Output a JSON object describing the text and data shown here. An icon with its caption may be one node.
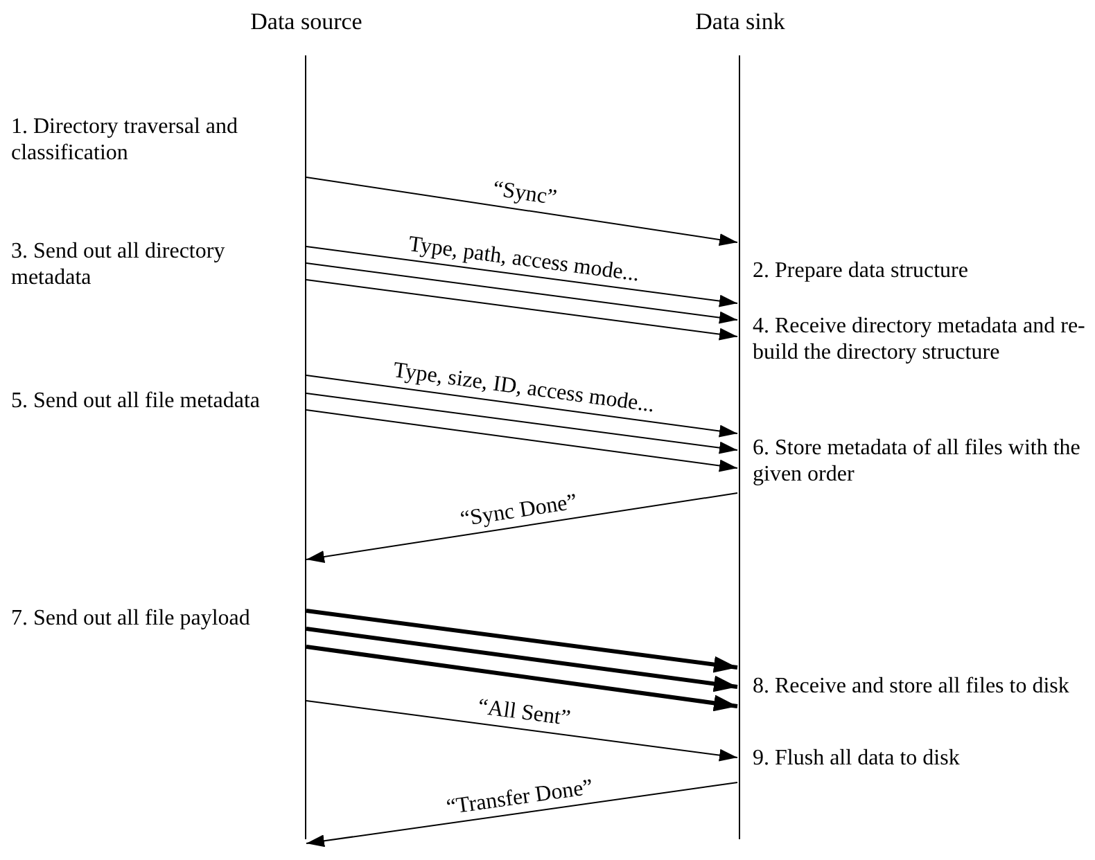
{
  "diagram": {
    "nodes": [
      {
        "text": [
          "Data source"
        ]
      },
      {
        "text": [
          "Data sink"
        ]
      }
    ],
    "edges": [
      {
        "from": 0,
        "to": 1,
        "arrow": "to",
        "label": "“Sync”"
      },
      {
        "from": 0,
        "to": 1,
        "arrow": "to",
        "label": "Type, path, access mode..."
      },
      {
        "from": 0,
        "to": 1,
        "arrow": "to"
      },
      {
        "from": 0,
        "to": 1,
        "arrow": "to"
      },
      {
        "from": 0,
        "to": 1,
        "arrow": "to",
        "label": "Type, size, ID, access mode..."
      },
      {
        "from": 0,
        "to": 1,
        "arrow": "to"
      },
      {
        "from": 0,
        "to": 1,
        "arrow": "to"
      },
      {
        "from": 1,
        "to": 0,
        "arrow": "to",
        "label": "“Sync Done”"
      },
      {
        "from": 0,
        "to": 1,
        "arrow": "to",
        "style": "thick"
      },
      {
        "from": 0,
        "to": 1,
        "arrow": "to",
        "style": "thick"
      },
      {
        "from": 0,
        "to": 1,
        "arrow": "to",
        "style": "thick"
      },
      {
        "from": 0,
        "to": 1,
        "arrow": "to",
        "label": "“All Sent”"
      },
      {
        "from": 1,
        "to": 0,
        "arrow": "to",
        "label": "“Transfer Done”"
      }
    ],
    "labels": [
      "1. Directory traversal and classification",
      "2. Prepare data structure",
      "3. Send out all directory metadata",
      "4. Receive directory metadata and re-build the directory structure",
      "5. Send out all file metadata",
      "6. Store metadata of all files with the given order",
      "7. Send out all file payload",
      "8. Receive and store all files to disk",
      "9. Flush all data to disk"
    ]
  }
}
